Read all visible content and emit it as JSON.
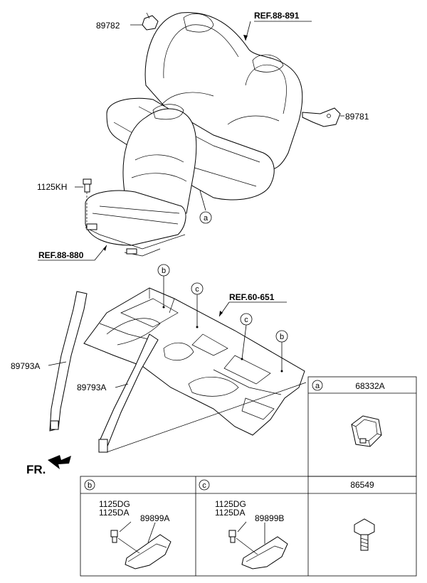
{
  "callouts": {
    "p89782": "89782",
    "ref_88_891": "REF.88-891",
    "p89781": "89781",
    "p1125KH": "1125KH",
    "ref_88_880": "REF.88-880",
    "ref_60_651": "REF.60-651",
    "p89793A_left": "89793A",
    "p89793A_mid": "89793A",
    "fr": "FR."
  },
  "circle_markers": {
    "a": "a",
    "b": "b",
    "c": "c"
  },
  "table": {
    "cell_a": {
      "marker": "a",
      "part": "68332A"
    },
    "cell_b": {
      "marker": "b",
      "bolt1": "1125DG",
      "bolt2": "1125DA",
      "bracket": "89899A"
    },
    "cell_c": {
      "marker": "c",
      "bolt1": "1125DG",
      "bolt2": "1125DA",
      "bracket": "89899B"
    },
    "cell_d": {
      "part": "86549"
    }
  }
}
